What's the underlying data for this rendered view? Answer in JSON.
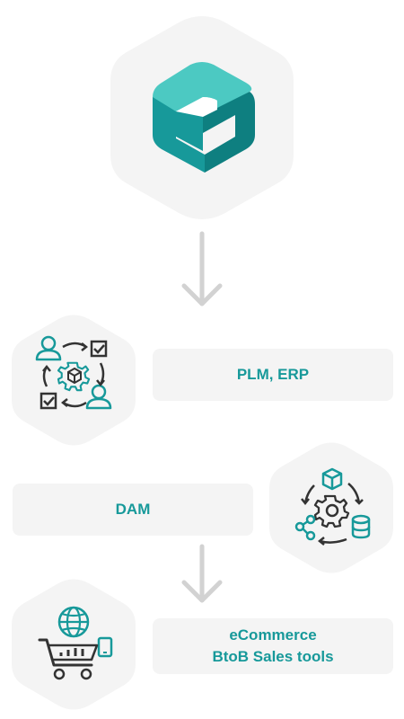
{
  "colors": {
    "teal": "#17999a",
    "teal_light": "#4cc9c2",
    "teal_dark": "#0e7f80",
    "hex_bg": "#f4f4f4",
    "arrow": "#d2d2d2",
    "icon_dark": "#333333"
  },
  "logo": {
    "icon": "logo-e-icon"
  },
  "flow": [
    {
      "id": "plm",
      "label": "PLM, ERP",
      "icon": "workflow-icon"
    },
    {
      "id": "dam",
      "label": "DAM",
      "icon": "asset-sync-icon"
    },
    {
      "id": "ecommerce",
      "label_line1": "eCommerce",
      "label_line2": "BtoB Sales tools",
      "icon": "shopping-cart-globe-icon"
    }
  ]
}
